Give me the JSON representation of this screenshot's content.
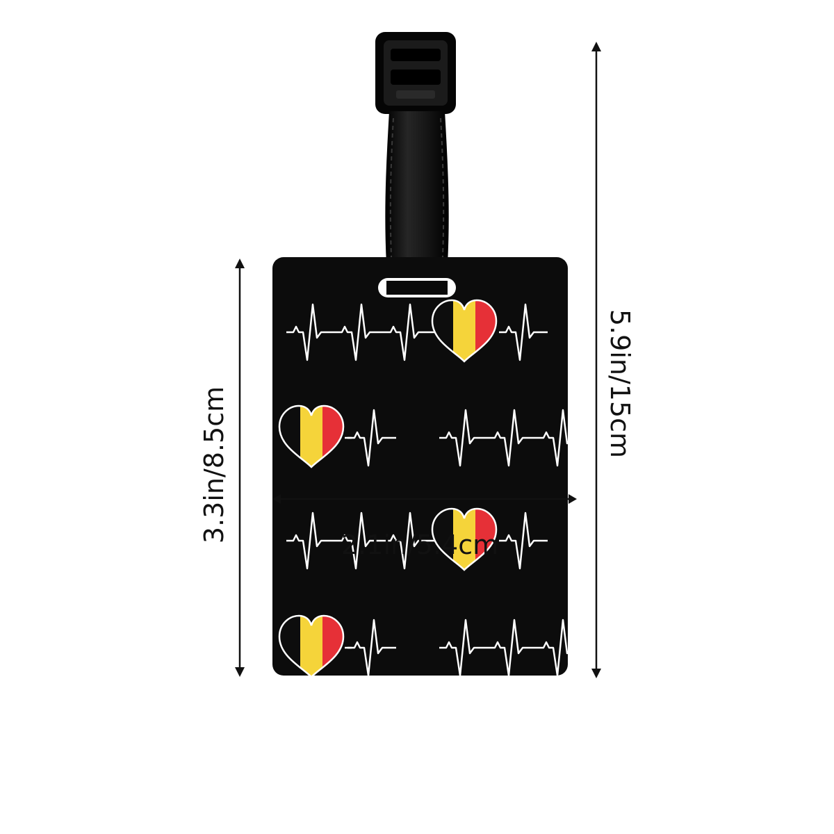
{
  "product": {
    "colors": {
      "card": "#0c0c0c",
      "strap": "#0a0a0a",
      "line": "#ffffff",
      "flag_black": "#0d0d0d",
      "flag_yellow": "#f5d43a",
      "flag_red": "#e63037"
    },
    "pattern_icons": [
      "heartbeat-line-icon",
      "belgian-flag-heart-icon"
    ]
  },
  "dimensions": {
    "width_label": "2.1in/5.4cm",
    "tag_height_label": "3.3in/8.5cm",
    "total_height_label": "5.9in/15cm"
  }
}
